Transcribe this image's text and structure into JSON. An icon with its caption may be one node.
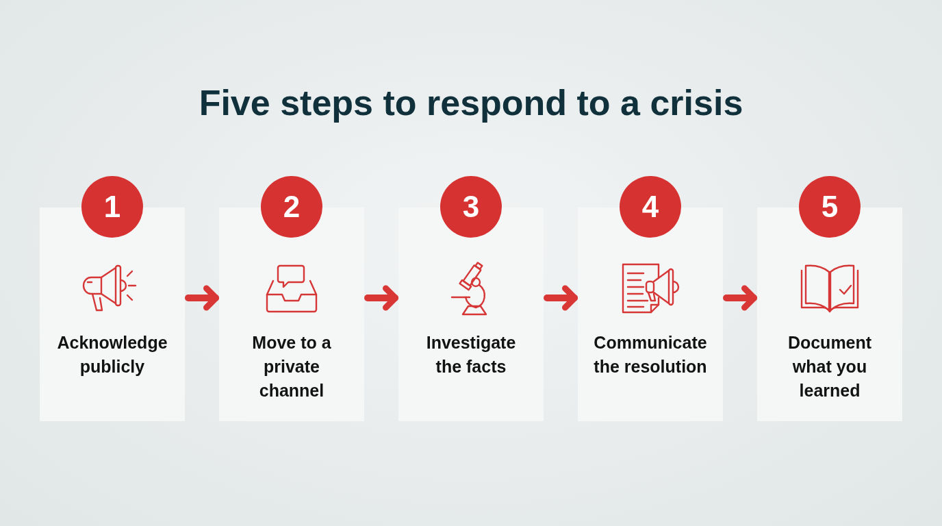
{
  "diagram": {
    "title": "Five steps to respond to a crisis",
    "nodes": [
      {
        "text": [
          "1"
        ]
      },
      {
        "text": [
          "Acknowledge publicly"
        ]
      },
      {
        "text": [
          "2"
        ]
      },
      {
        "text": [
          "Move to a private channel"
        ]
      },
      {
        "text": [
          "3"
        ]
      },
      {
        "text": [
          "Investigate the facts"
        ]
      },
      {
        "text": [
          "4"
        ]
      },
      {
        "text": [
          "Communicate the resolution"
        ]
      },
      {
        "text": [
          "5"
        ]
      },
      {
        "text": [
          "Document what you learned"
        ]
      }
    ],
    "edges": [
      {
        "from": 1,
        "to": 3,
        "arrow": "to"
      },
      {
        "from": 3,
        "to": 5,
        "arrow": "to"
      },
      {
        "from": 5,
        "to": 7,
        "arrow": "to"
      },
      {
        "from": 7,
        "to": 9,
        "arrow": "to"
      }
    ]
  }
}
